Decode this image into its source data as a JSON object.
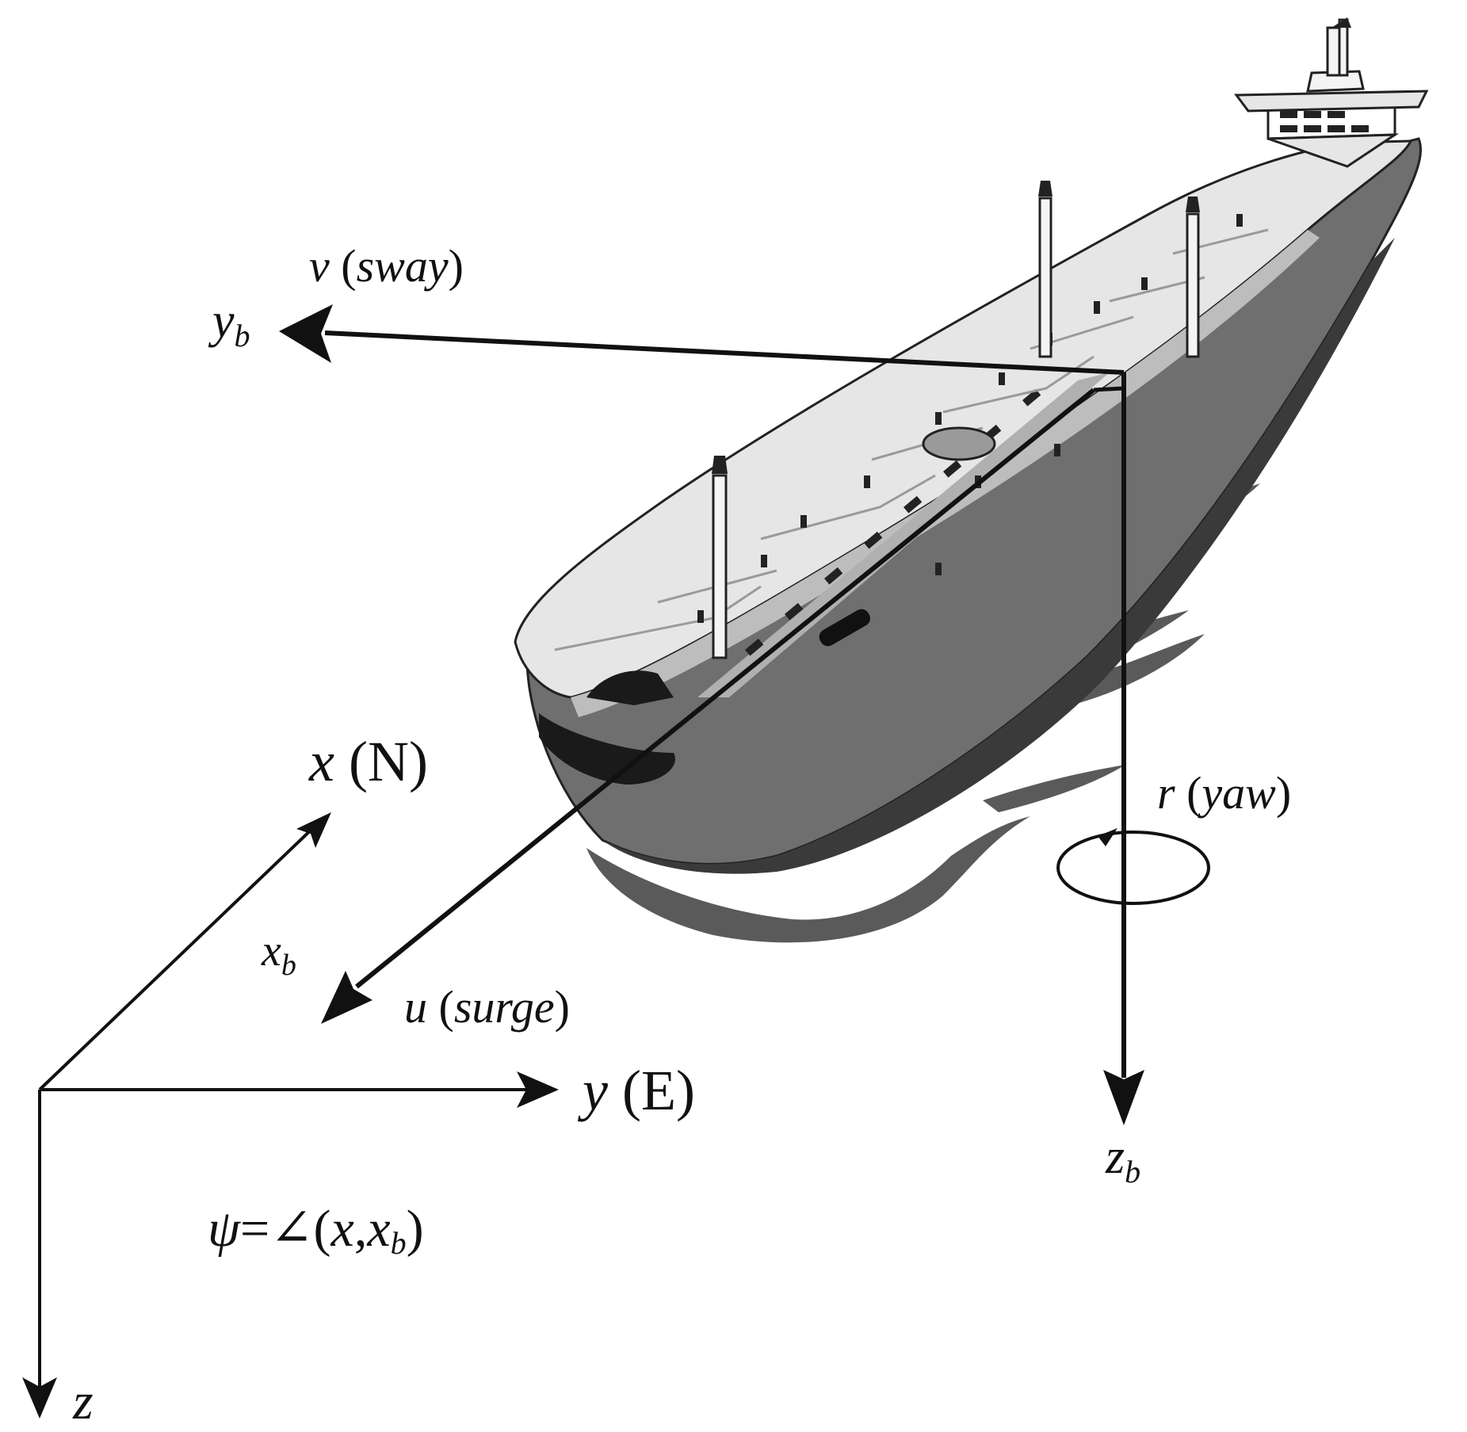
{
  "colors": {
    "background": "#ffffff",
    "ink": "#111111",
    "hull": "#6f6f6f",
    "hull_dark": "#3a3a3a",
    "deck": "#e6e6e6",
    "deck_light": "#f4f4f4",
    "deck_line": "#9a9a9a",
    "wake": "#5a5a5a"
  },
  "labels": {
    "v": "v",
    "sway": "sway",
    "yb_main": "y",
    "yb_sub": "b",
    "x": "x",
    "north": "N",
    "xb_main": "x",
    "xb_sub": "b",
    "u": "u",
    "surge": "surge",
    "y": "y",
    "east": "E",
    "r": "r",
    "yaw": "yaw",
    "zb_main": "z",
    "zb_sub": "b",
    "psi": "ψ",
    "angle_eq": "=∠(",
    "psi_x": "x",
    "psi_comma": ",",
    "psi_xb": "x",
    "psi_xb_sub": "b",
    "psi_close": ")",
    "z": "z"
  },
  "icons": {
    "ship": "oil-tanker-illustration",
    "yaw_rotation": "circular-arrow-icon"
  }
}
